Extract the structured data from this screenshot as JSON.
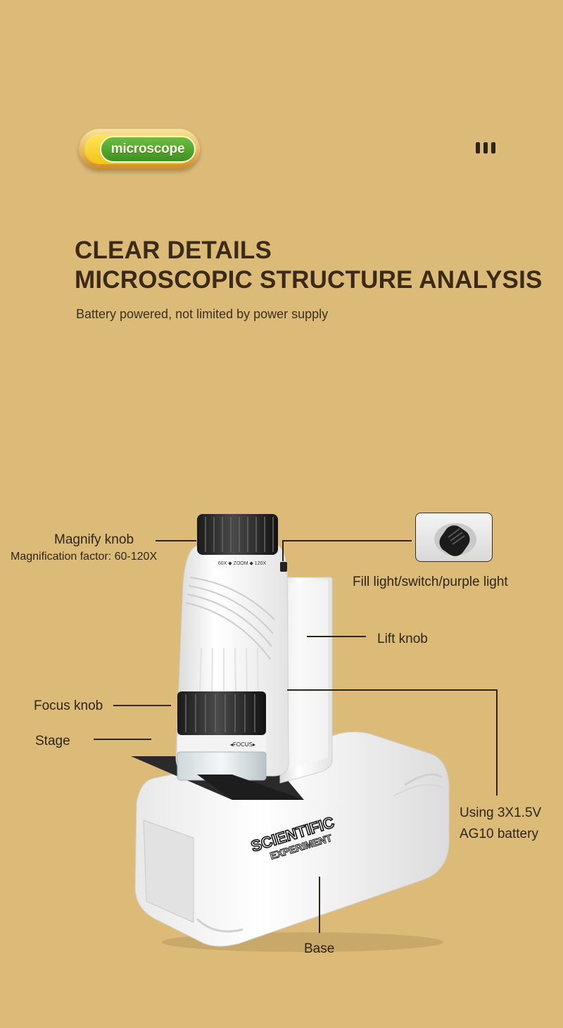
{
  "badge": {
    "label": "microscope"
  },
  "header": {
    "line1": "CLEAR DETAILS",
    "line2": "MICROSCOPIC STRUCTURE ANALYSIS",
    "subtitle": "Battery powered, not limited by power supply"
  },
  "callouts": {
    "magnify_knob": "Magnify knob",
    "magnification": "Magnification factor: 60-120X",
    "fill_light": "Fill light/switch/purple light",
    "lift_knob": "Lift knob",
    "focus_knob": "Focus knob",
    "stage": "Stage",
    "battery_line1": "Using 3X1.5V",
    "battery_line2": "AG10 battery",
    "base": "Base"
  },
  "product_text": {
    "zoom_scale": "60X ◆ ZOOM ◆ 120X",
    "focus_marking": "◂FOCUS▸",
    "logo_line1": "SCIENTIFIC",
    "logo_line2": "EXPERIMENT"
  },
  "colors": {
    "background": "#dcbb79",
    "headline": "#3b2a17",
    "badge_green": "#4c9c2c",
    "badge_yellow": "#f3c318"
  }
}
